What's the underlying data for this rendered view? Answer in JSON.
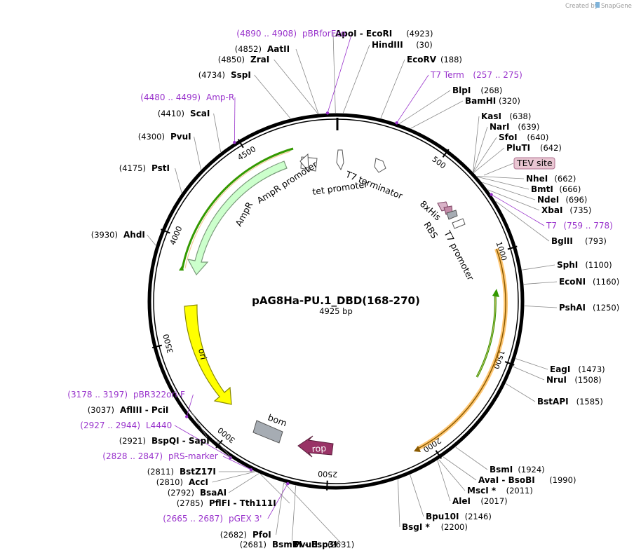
{
  "credit": {
    "prefix": "Created by",
    "brand": "SnapGene"
  },
  "plasmid": {
    "name": "pAG8Ha-PU.1_DBD(168-270)",
    "length_label": "4925 bp",
    "length": 4925
  },
  "ticks": [
    "500",
    "1000",
    "1500",
    "2000",
    "2500",
    "3000",
    "3500",
    "4000",
    "4500"
  ],
  "right_labels": [
    {
      "name": "ApoI - EcoRI",
      "pos": "(4923)"
    },
    {
      "name": "HindIII",
      "pos": "(30)"
    },
    {
      "name": "EcoRV",
      "pos": "(188)"
    },
    {
      "name": "T7 Term",
      "pos": "(257 .. 275)",
      "primer": true
    },
    {
      "name": "BlpI",
      "pos": "(268)"
    },
    {
      "name": "BamHI",
      "pos": "(320)"
    },
    {
      "name": "KasI",
      "pos": "(638)"
    },
    {
      "name": "NarI",
      "pos": "(639)"
    },
    {
      "name": "SfoI",
      "pos": "(640)"
    },
    {
      "name": "PluTI",
      "pos": "(642)"
    },
    {
      "name": "TEV site",
      "pos": "",
      "feature_box": true
    },
    {
      "name": "NheI",
      "pos": "(662)"
    },
    {
      "name": "BmtI",
      "pos": "(666)"
    },
    {
      "name": "NdeI",
      "pos": "(696)"
    },
    {
      "name": "XbaI",
      "pos": "(735)"
    },
    {
      "name": "T7",
      "pos": "(759 .. 778)",
      "primer": true
    },
    {
      "name": "BglII",
      "pos": "(793)"
    },
    {
      "name": "SphI",
      "pos": "(1100)"
    },
    {
      "name": "EcoNI",
      "pos": "(1160)"
    },
    {
      "name": "PshAI",
      "pos": "(1250)"
    },
    {
      "name": "EagI",
      "pos": "(1473)"
    },
    {
      "name": "NruI",
      "pos": "(1508)"
    },
    {
      "name": "BstAPI",
      "pos": "(1585)"
    },
    {
      "name": "BsmI",
      "pos": "(1924)"
    },
    {
      "name": "AvaI - BsoBI",
      "pos": "(1990)"
    },
    {
      "name": "MscI *",
      "pos": "(2011)"
    },
    {
      "name": "AleI",
      "pos": "(2017)"
    },
    {
      "name": "Bpu10I",
      "pos": "(2146)"
    },
    {
      "name": "BsgI *",
      "pos": "(2200)"
    },
    {
      "name": "PvuII",
      "pos": "(2631)"
    }
  ],
  "left_labels": [
    {
      "name": "pBRforEco",
      "pos": "(4890 .. 4908)",
      "primer": true
    },
    {
      "name": "AatII",
      "pos": "(4852)"
    },
    {
      "name": "ZraI",
      "pos": "(4850)"
    },
    {
      "name": "SspI",
      "pos": "(4734)"
    },
    {
      "name": "Amp-R",
      "pos": "(4480 .. 4499)",
      "primer": true
    },
    {
      "name": "ScaI",
      "pos": "(4410)"
    },
    {
      "name": "PvuI",
      "pos": "(4300)"
    },
    {
      "name": "PstI",
      "pos": "(4175)"
    },
    {
      "name": "AhdI",
      "pos": "(3930)"
    },
    {
      "name": "pBR322ori-F",
      "pos": "(3178 .. 3197)",
      "primer": true
    },
    {
      "name": "AflIII - PciI",
      "pos": "(3037)"
    },
    {
      "name": "L4440",
      "pos": "(2927 .. 2944)",
      "primer": true
    },
    {
      "name": "BspQI - SapI",
      "pos": "(2921)"
    },
    {
      "name": "pRS-marker",
      "pos": "(2828 .. 2847)",
      "primer": true
    },
    {
      "name": "BstZ17I",
      "pos": "(2811)"
    },
    {
      "name": "AccI",
      "pos": "(2810)"
    },
    {
      "name": "BsaAI",
      "pos": "(2792)"
    },
    {
      "name": "PflFI - Tth111I",
      "pos": "(2785)"
    },
    {
      "name": "pGEX 3'",
      "pos": "(2665 .. 2687)",
      "primer": true
    },
    {
      "name": "PfoI",
      "pos": "(2682)"
    },
    {
      "name": "BsmBI - Esp3I",
      "pos": "(2681)"
    }
  ],
  "features": {
    "ampr": "AmpR",
    "ampr_promoter": "AmpR promoter",
    "tet_promoter": "tet promoter",
    "t7_terminator": "T7 terminator",
    "his": "8xHis",
    "rbs": "RBS",
    "t7_promoter": "T7 promoter",
    "ori": "ori",
    "bom": "bom",
    "rop": "rop"
  },
  "colors": {
    "ampr": "#ccffcc",
    "ori": "#ffff00",
    "bom": "#a6acb3",
    "rop": "#993366",
    "primer": "#9933cc",
    "orf_highlight": "#ff9900",
    "green_highlight": "#339900",
    "tev_box": "#e9c6d2"
  }
}
